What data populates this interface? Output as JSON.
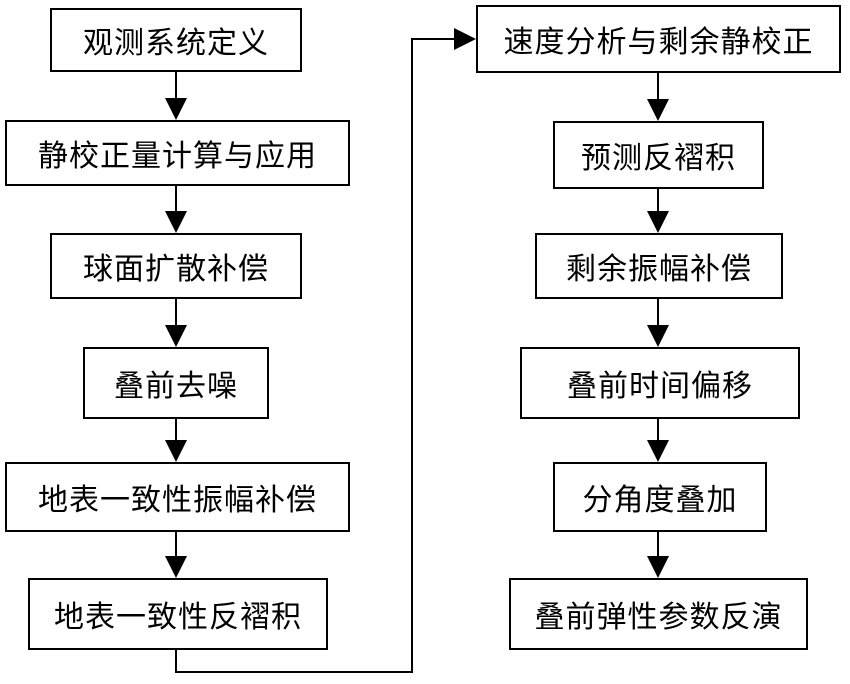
{
  "diagram": {
    "left_column": [
      "观测系统定义",
      "静校正量计算与应用",
      "球面扩散补偿",
      "叠前去噪",
      "地表一致性振幅补偿",
      "地表一致性反褶积"
    ],
    "right_column": [
      "速度分析与剩余静校正",
      "预测反褶积",
      "剩余振幅补偿",
      "叠前时间偏移",
      "分角度叠加",
      "叠前弹性参数反演"
    ]
  }
}
